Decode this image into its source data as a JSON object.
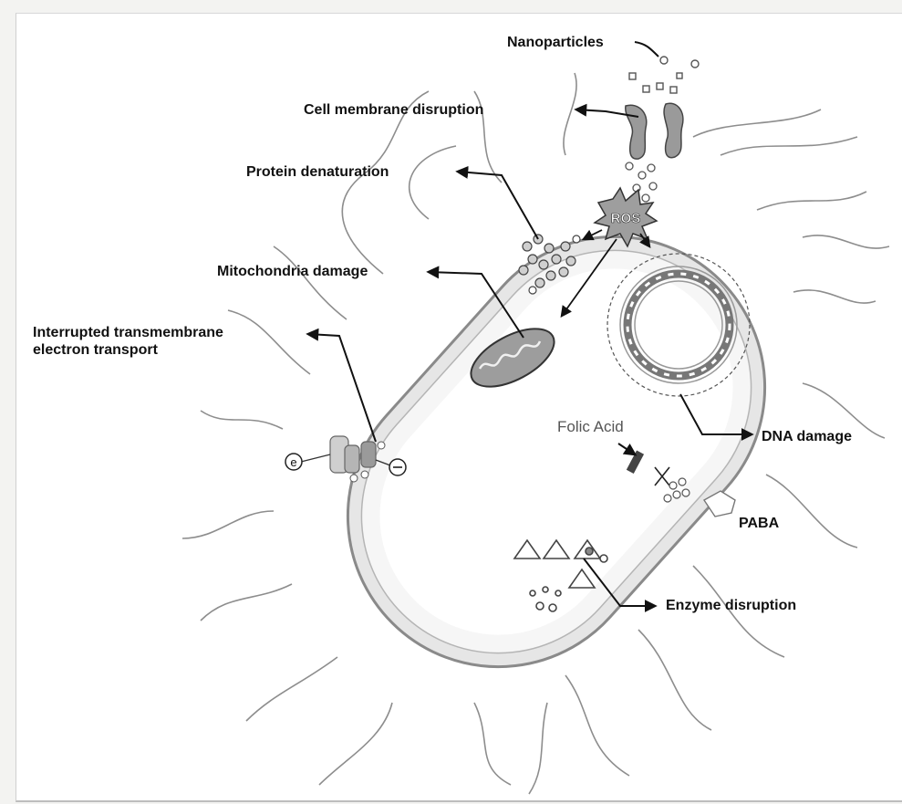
{
  "diagram": {
    "labels": {
      "nanoparticles": "Nanoparticles",
      "membrane": "Cell membrane disruption",
      "protein": "Protein denaturation",
      "mitochondria": "Mitochondria damage",
      "transport": "Interrupted transmembrane\nelectron transport",
      "ros": "ROS",
      "dna": "DNA damage",
      "folic": "Folic Acid",
      "paba": "PABA",
      "enzyme": "Enzyme disruption"
    },
    "electron_symbol": "e"
  }
}
